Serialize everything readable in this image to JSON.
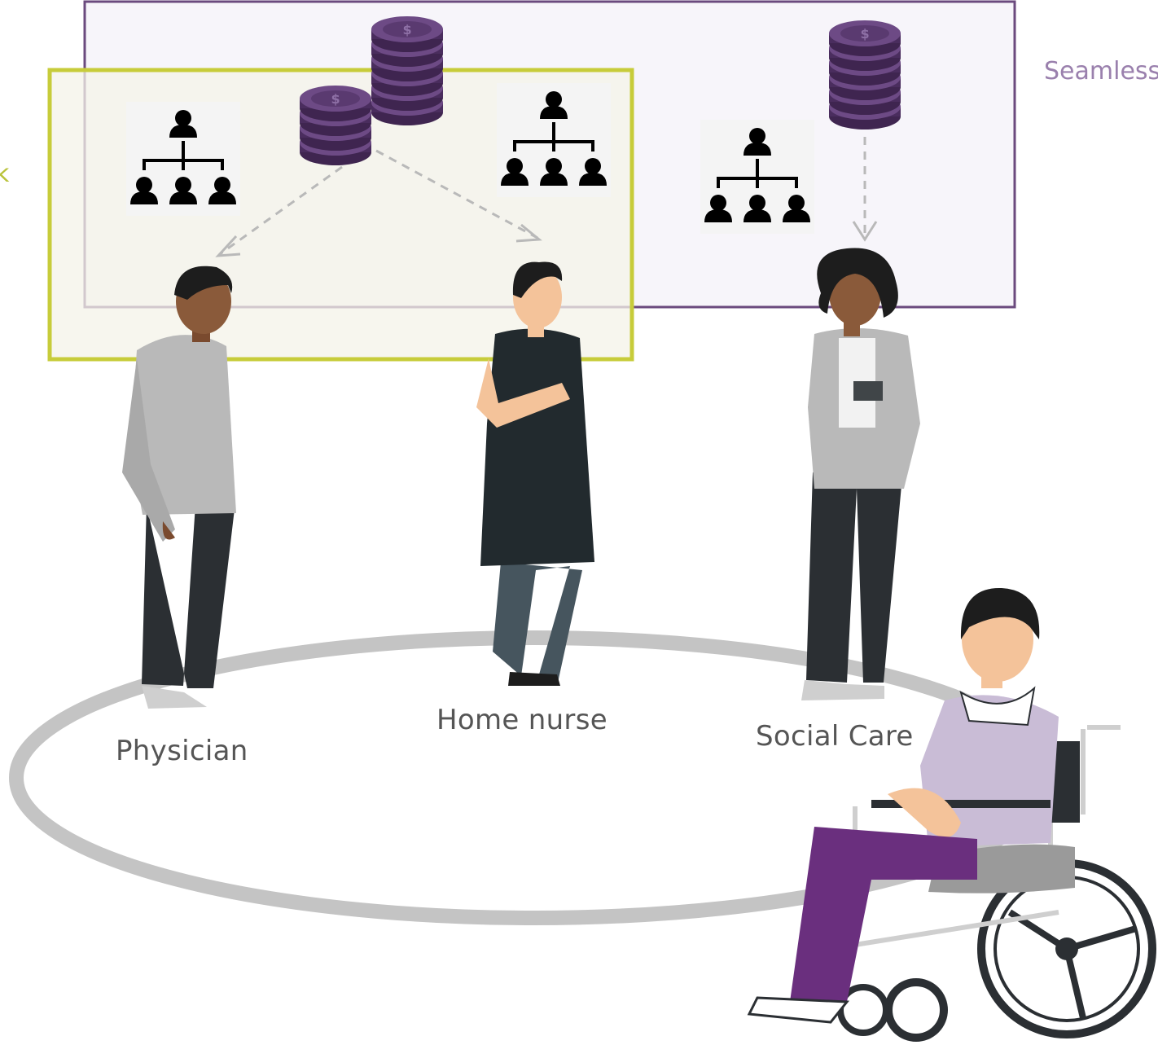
{
  "labels": {
    "physician": "Physician",
    "home_nurse": "Home nurse",
    "social_care": "Social Care",
    "seamless": "Seamless",
    "left_cut": "k"
  },
  "colors": {
    "purple_frame": "#6b4a7e",
    "purple_fill": "#f7f5fa",
    "olive_frame": "#c7cc3a",
    "olive_fill": "#f4f3e8",
    "coin_purple": "#5d3a72",
    "arrow_gray": "#b9b9b9",
    "ring_gray": "#c4c4c4",
    "label_gray": "#555555",
    "seamless_purple": "#9a80ad",
    "left_cut_olive": "#b9c23a"
  },
  "icons": {
    "org_chart": "org-chart-icon",
    "coins": "coin-stack-icon",
    "arrow": "dashed-arrow-icon"
  }
}
